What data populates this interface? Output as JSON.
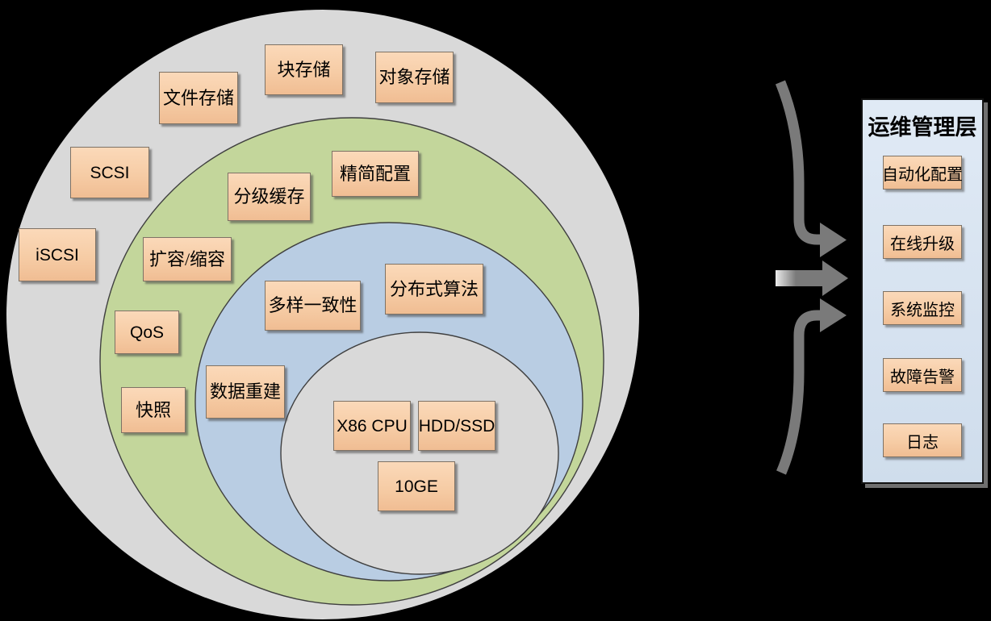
{
  "diagram": {
    "nodes": {
      "file_storage": {
        "label": "文件存储"
      },
      "block_storage": {
        "label": "块存储"
      },
      "object_storage": {
        "label": "对象存储"
      },
      "scsi": {
        "label": "SCSI"
      },
      "iscsi": {
        "label": "iSCSI"
      },
      "thin_provisioning": {
        "label": "精简配置"
      },
      "tiered_cache": {
        "label": "分级缓存"
      },
      "scale_in_out": {
        "label": "扩容/缩容"
      },
      "qos": {
        "label": "QoS"
      },
      "snapshot": {
        "label": "快照"
      },
      "multi_consistency": {
        "label": "多样一致性"
      },
      "distributed_algorithm": {
        "label": "分布式算法"
      },
      "data_rebuild": {
        "label": "数据重建"
      },
      "x86_cpu": {
        "label": "X86 CPU"
      },
      "hdd_ssd": {
        "label": "HDD/SSD"
      },
      "ten_ge": {
        "label": "10GE"
      }
    }
  },
  "panel": {
    "title": "运维管理层",
    "items": [
      {
        "label": "自动化配置"
      },
      {
        "label": "在线升级"
      },
      {
        "label": "系统监控"
      },
      {
        "label": "故障告警"
      },
      {
        "label": "日志"
      }
    ]
  },
  "colors": {
    "background": "#000000",
    "outer_ring": "#d9d9d9",
    "green_ring": "#c3d69b",
    "blue_ring": "#b9cde3",
    "core_ring": "#d9d9d9",
    "ring_stroke": "#3f3f3f",
    "node_fill_top": "#fbd9b9",
    "node_fill_bottom": "#f0bd93",
    "node_border": "#7e7265",
    "panel_fill": "#d9e4f1",
    "panel_border": "#121212",
    "arrow": "#7a7a7a"
  }
}
